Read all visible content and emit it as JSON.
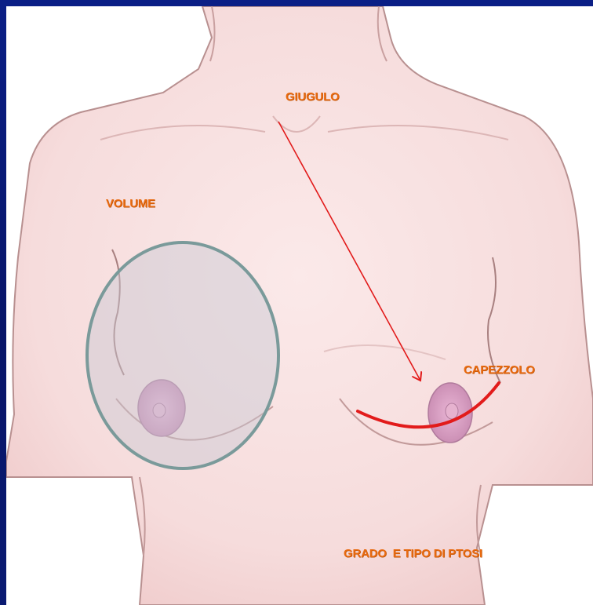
{
  "labels": {
    "giugulo": "GIUGULO",
    "volume": "VOLUME",
    "capezzolo": "CAPEZZOLO",
    "ptosi": "GRADO  E TIPO DI PTOSI"
  },
  "colors": {
    "background": "#0a1a6e",
    "skin": "#f5dcdc",
    "skin_outline": "#b89090",
    "areola": "#d9a6c6",
    "label_text": "#e86a10",
    "annotation_red": "#e21b1b",
    "volume_circle": "#7a9a9a"
  }
}
